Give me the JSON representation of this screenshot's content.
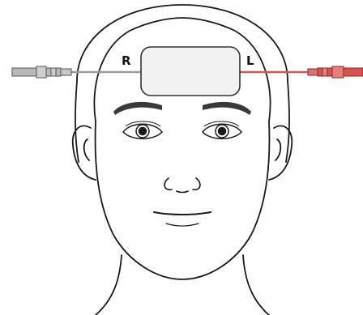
{
  "figure": {
    "labels": {
      "right_side": "R",
      "left_side": "L"
    },
    "electrode": {
      "color": "#f2f2f2",
      "outline": "#333333"
    },
    "leads": {
      "right_lead_color": "#9a9a9a",
      "left_lead_color": "#d9534f"
    },
    "icons": {
      "head": "head-outline",
      "electrode": "forehead-electrode-pad",
      "connector": "lead-connector"
    }
  }
}
